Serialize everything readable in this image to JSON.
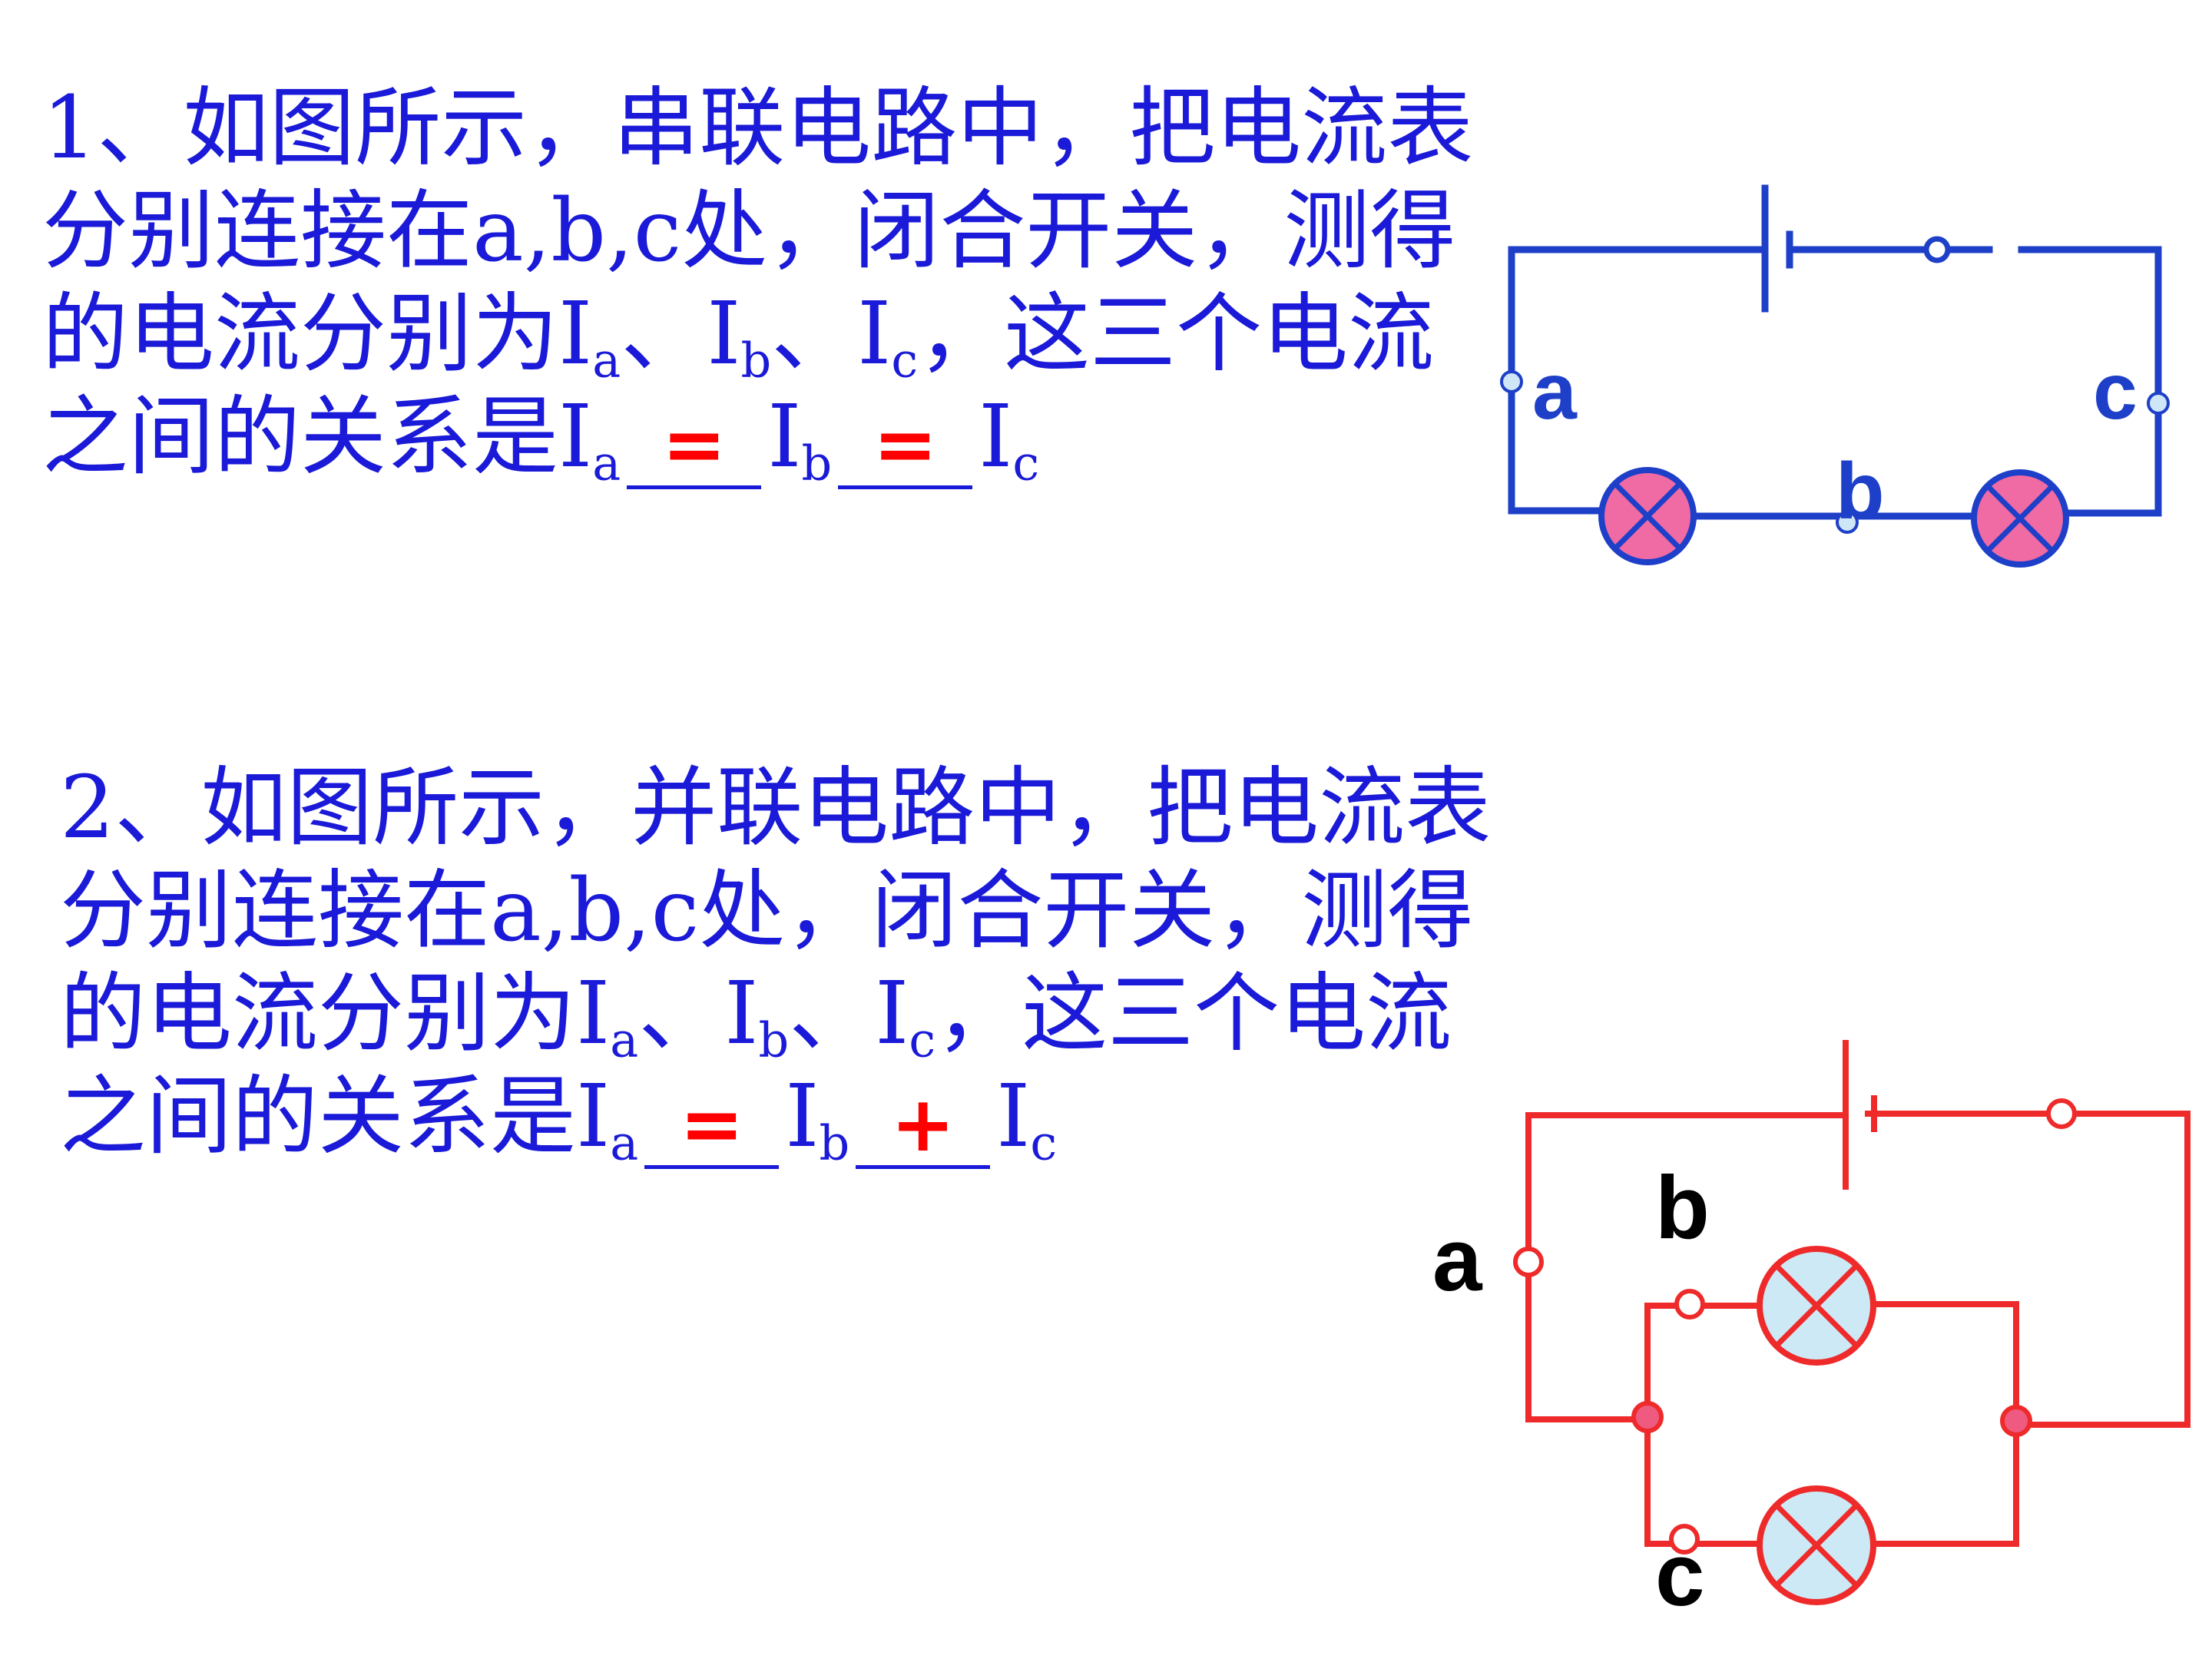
{
  "question1": {
    "line1": "1、如图所示，串联电路中，把电流表",
    "line2": "分别连接在a,b,c处，闭合开关，测得",
    "line3_pre": "的电流分别为I",
    "line3_post": "，这三个电流",
    "line4_pre": "之间的关系是I",
    "sub_a": "a",
    "sub_b": "b",
    "sub_c": "c",
    "sep": "、",
    "I": "I",
    "answer1": "=",
    "answer2": "="
  },
  "question2": {
    "line1": "2、如图所示，并联电路中，把电流表",
    "line2": "分别连接在a,b,c处，闭合开关，测得",
    "line3_pre": "的电流分别为I",
    "line3_post": "，这三个电流",
    "line4_pre": "之间的关系是I",
    "sub_a": "a",
    "sub_b": "b",
    "sub_c": "c",
    "sep": "、",
    "I": "I",
    "answer1": "=",
    "answer2": "+"
  },
  "series_circuit": {
    "label_a": "a",
    "label_b": "b",
    "label_c": "c",
    "wire_color": "#1e3fc8",
    "lamp_fill": "#f06aa4"
  },
  "parallel_circuit": {
    "label_a": "a",
    "label_b": "b",
    "label_c": "c",
    "wire_color": "#ee2a2a",
    "lamp_fill": "#cde9f6"
  },
  "colors": {
    "text": "#1a1ad8",
    "answer": "#ff0000"
  }
}
